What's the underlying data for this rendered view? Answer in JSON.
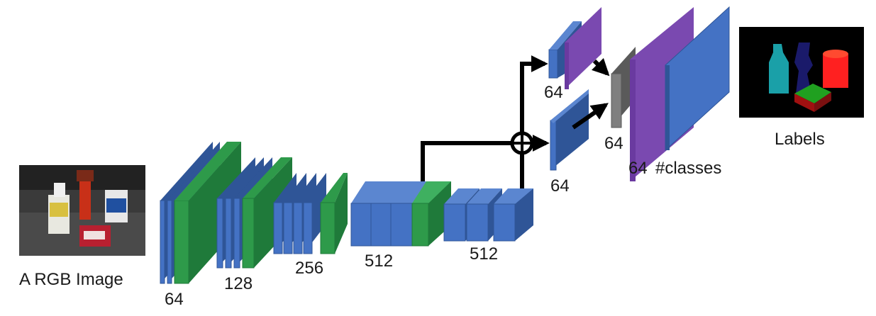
{
  "input": {
    "caption": "A RGB Image"
  },
  "encoder": {
    "blocks": [
      {
        "label": "64"
      },
      {
        "label": "128"
      },
      {
        "label": "256"
      },
      {
        "label": "512"
      },
      {
        "label": "512"
      }
    ]
  },
  "branches": {
    "upper_label": "64",
    "lower_label": "64"
  },
  "head": {
    "concat_label": "64",
    "conv_label": "64",
    "classes_label": "#classes"
  },
  "output": {
    "caption": "Labels"
  },
  "colors": {
    "conv_blue": "#4472c4",
    "pool_green": "#2e9a4a",
    "purple": "#7a49b0",
    "gray": "#7f7f7f",
    "arrow": "#000000"
  }
}
